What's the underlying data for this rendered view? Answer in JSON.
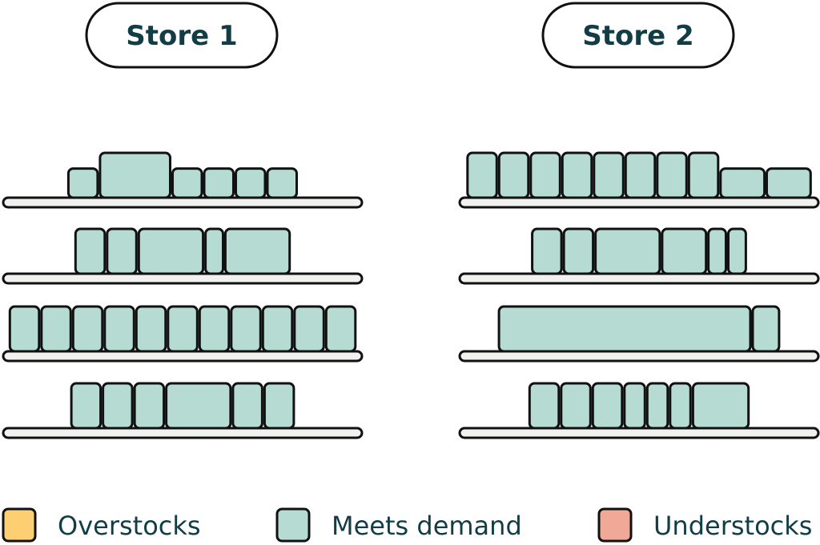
{
  "colors": {
    "outline": "#111111",
    "label_text": "#123c46",
    "shelf_fill": "#f1f1ef",
    "overstocks": "#fecf72",
    "meets_demand": "#b6dbd3",
    "understocks": "#f0a997"
  },
  "stores": [
    {
      "name": "Store 1",
      "shelves": [
        {
          "products": [
            {
              "width": 1,
              "height": 0.65,
              "status": "meets_demand"
            },
            {
              "width": 2.4,
              "height": 1,
              "status": "meets_demand"
            },
            {
              "width": 1,
              "height": 0.65,
              "status": "meets_demand"
            },
            {
              "width": 1,
              "height": 0.65,
              "status": "meets_demand"
            },
            {
              "width": 1,
              "height": 0.65,
              "status": "meets_demand"
            },
            {
              "width": 1,
              "height": 0.65,
              "status": "meets_demand"
            }
          ]
        },
        {
          "products": [
            {
              "width": 1,
              "height": 1,
              "status": "meets_demand"
            },
            {
              "width": 1,
              "height": 1,
              "status": "meets_demand"
            },
            {
              "width": 2.2,
              "height": 1,
              "status": "meets_demand"
            },
            {
              "width": 0.6,
              "height": 1,
              "status": "meets_demand"
            },
            {
              "width": 2.2,
              "height": 1,
              "status": "meets_demand"
            }
          ]
        },
        {
          "products": [
            {
              "width": 1,
              "height": 1,
              "status": "meets_demand"
            },
            {
              "width": 1,
              "height": 1,
              "status": "meets_demand"
            },
            {
              "width": 1,
              "height": 1,
              "status": "meets_demand"
            },
            {
              "width": 1,
              "height": 1,
              "status": "meets_demand"
            },
            {
              "width": 1,
              "height": 1,
              "status": "meets_demand"
            },
            {
              "width": 1,
              "height": 1,
              "status": "meets_demand"
            },
            {
              "width": 1,
              "height": 1,
              "status": "meets_demand"
            },
            {
              "width": 1,
              "height": 1,
              "status": "meets_demand"
            },
            {
              "width": 1,
              "height": 1,
              "status": "meets_demand"
            },
            {
              "width": 1,
              "height": 1,
              "status": "meets_demand"
            },
            {
              "width": 1,
              "height": 1,
              "status": "meets_demand"
            }
          ]
        },
        {
          "products": [
            {
              "width": 1,
              "height": 1,
              "status": "meets_demand"
            },
            {
              "width": 1,
              "height": 1,
              "status": "meets_demand"
            },
            {
              "width": 1,
              "height": 1,
              "status": "meets_demand"
            },
            {
              "width": 2.2,
              "height": 1,
              "status": "meets_demand"
            },
            {
              "width": 1,
              "height": 1,
              "status": "meets_demand"
            },
            {
              "width": 1,
              "height": 1,
              "status": "meets_demand"
            }
          ]
        }
      ]
    },
    {
      "name": "Store 2",
      "shelves": [
        {
          "products": [
            {
              "width": 1,
              "height": 1,
              "status": "meets_demand"
            },
            {
              "width": 1,
              "height": 1,
              "status": "meets_demand"
            },
            {
              "width": 1,
              "height": 1,
              "status": "meets_demand"
            },
            {
              "width": 1,
              "height": 1,
              "status": "meets_demand"
            },
            {
              "width": 1,
              "height": 1,
              "status": "meets_demand"
            },
            {
              "width": 1,
              "height": 1,
              "status": "meets_demand"
            },
            {
              "width": 1,
              "height": 1,
              "status": "meets_demand"
            },
            {
              "width": 1,
              "height": 1,
              "status": "meets_demand"
            },
            {
              "width": 1.5,
              "height": 0.65,
              "status": "meets_demand"
            },
            {
              "width": 1.5,
              "height": 0.65,
              "status": "meets_demand"
            }
          ]
        },
        {
          "products": [
            {
              "width": 1,
              "height": 1,
              "status": "meets_demand"
            },
            {
              "width": 1,
              "height": 1,
              "status": "meets_demand"
            },
            {
              "width": 2.2,
              "height": 1,
              "status": "meets_demand"
            },
            {
              "width": 1.5,
              "height": 1,
              "status": "meets_demand"
            },
            {
              "width": 0.6,
              "height": 1,
              "status": "meets_demand"
            },
            {
              "width": 0.6,
              "height": 1,
              "status": "meets_demand"
            }
          ]
        },
        {
          "products": [
            {
              "width": 8.6,
              "height": 1,
              "status": "meets_demand"
            },
            {
              "width": 0.9,
              "height": 1,
              "status": "meets_demand"
            }
          ]
        },
        {
          "products": [
            {
              "width": 1,
              "height": 1,
              "status": "meets_demand"
            },
            {
              "width": 1,
              "height": 1,
              "status": "meets_demand"
            },
            {
              "width": 1,
              "height": 1,
              "status": "meets_demand"
            },
            {
              "width": 0.7,
              "height": 1,
              "status": "meets_demand"
            },
            {
              "width": 0.7,
              "height": 1,
              "status": "meets_demand"
            },
            {
              "width": 0.7,
              "height": 1,
              "status": "meets_demand"
            },
            {
              "width": 1.9,
              "height": 1,
              "status": "meets_demand"
            }
          ]
        }
      ]
    }
  ],
  "legend": [
    {
      "key": "overstocks",
      "label": "Overstocks"
    },
    {
      "key": "meets_demand",
      "label": "Meets demand"
    },
    {
      "key": "understocks",
      "label": "Understocks"
    }
  ]
}
